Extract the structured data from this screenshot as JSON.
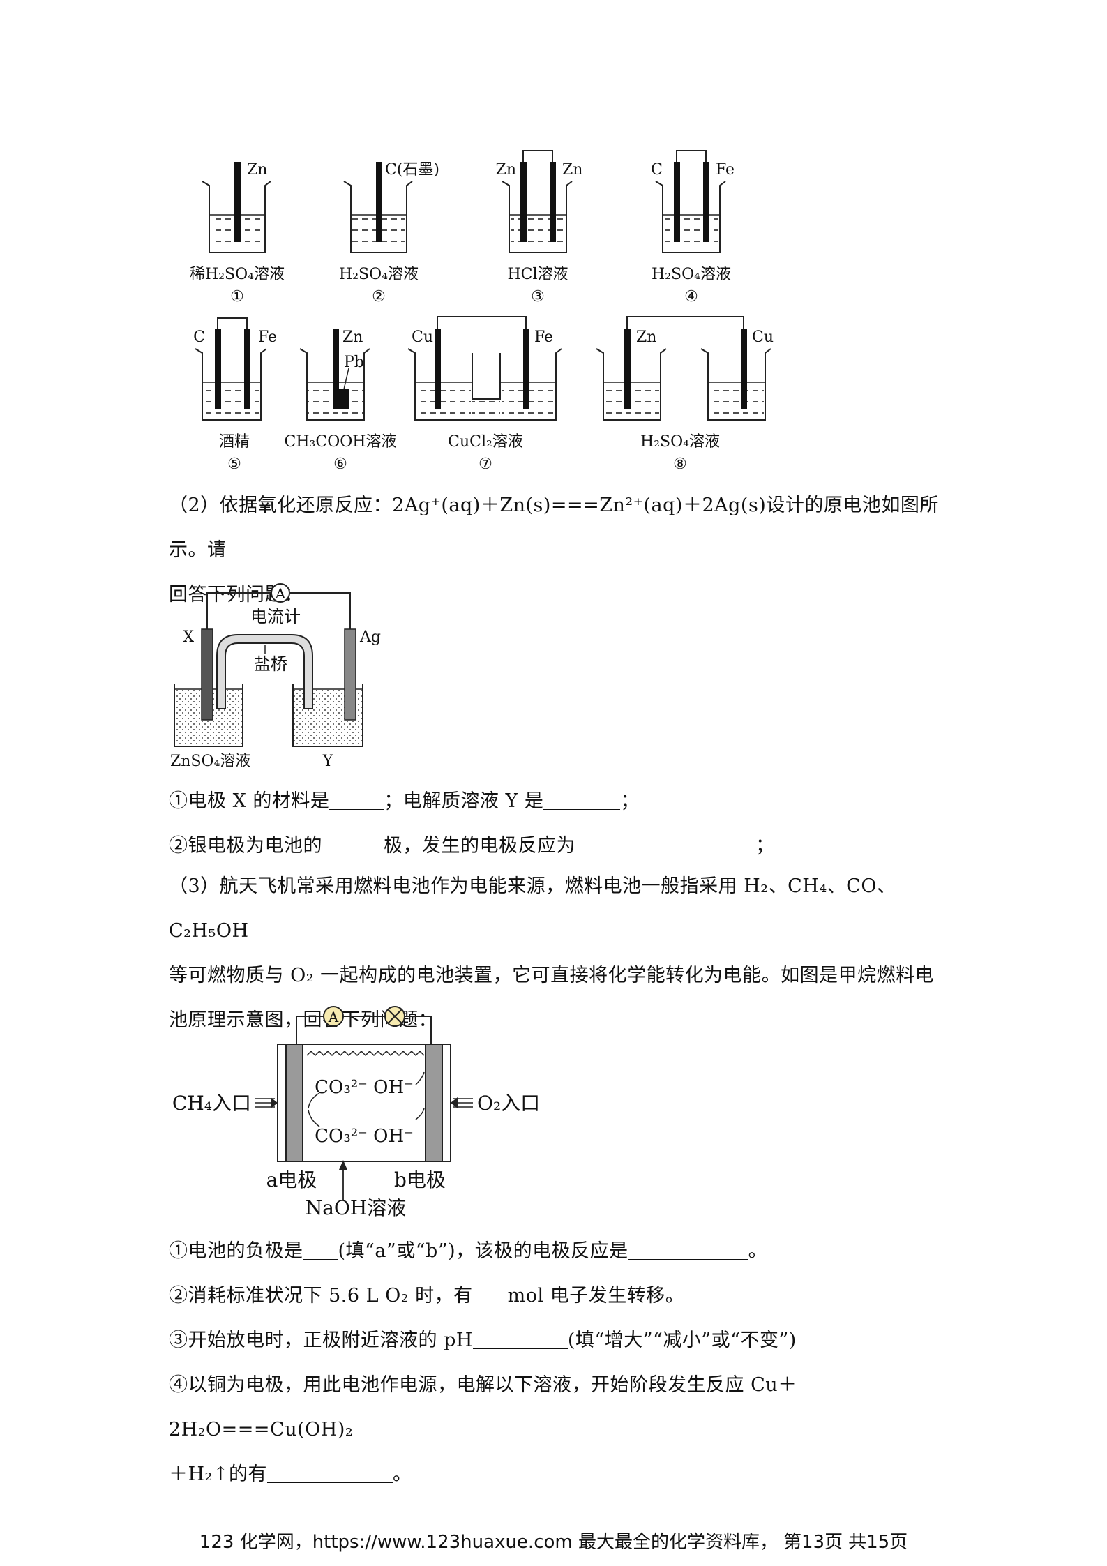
{
  "figures": {
    "row1": [
      {
        "electrodes": [
          "Zn"
        ],
        "solution": "稀H₂SO₄溶液",
        "number": "①"
      },
      {
        "electrodes": [
          "C(石墨)"
        ],
        "solution": "H₂SO₄溶液",
        "number": "②"
      },
      {
        "electrodes": [
          "Zn",
          "Zn"
        ],
        "solution": "HCl溶液",
        "number": "③"
      },
      {
        "electrodes": [
          "C",
          "Fe"
        ],
        "solution": "H₂SO₄溶液",
        "number": "④"
      }
    ],
    "row2": [
      {
        "electrodes": [
          "C",
          "Fe"
        ],
        "solution": "酒精",
        "number": "⑤"
      },
      {
        "electrodes": [
          "Zn",
          "Pb"
        ],
        "solution": "CH₃COOH溶液",
        "number": "⑥"
      },
      {
        "electrodes": [
          "Cu",
          "Fe"
        ],
        "solution": "CuCl₂溶液",
        "number": "⑦"
      },
      {
        "electrodes": [
          "Zn",
          "Cu"
        ],
        "solution": "H₂SO₄溶液",
        "number": "⑧"
      }
    ],
    "galvanic": {
      "meter_symbol": "A",
      "meter_label": "电流计",
      "left_electrode": "X",
      "right_electrode": "Ag",
      "bridge_label": "盐桥",
      "left_solution": "ZnSO₄溶液",
      "right_solution": "Y"
    },
    "fuel_cell": {
      "meter_symbol": "A",
      "inlet_left": "CH₄入口",
      "inlet_right": "O₂入口",
      "ions_top": "CO₃²⁻ OH⁻",
      "ions_bottom": "CO₃²⁻ OH⁻",
      "electrode_a": "a电极",
      "electrode_b": "b电极",
      "electrolyte": "NaOH溶液"
    }
  },
  "text": {
    "q2_line1": "（2）依据氧化还原反应：2Ag⁺(aq)＋Zn(s)===Zn²⁺(aq)＋2Ag(s)设计的原电池如图所示。请",
    "q2_line2": "回答下列问题：",
    "q2_1a": "①电极 X 的材料是",
    "q2_1b": "；电解质溶液 Y 是",
    "q2_1c": "；",
    "q2_2a": "②银电极为电池的",
    "q2_2b": "极，发生的电极反应为",
    "q2_2c": "；",
    "q3_line1": "（3）航天飞机常采用燃料电池作为电能来源，燃料电池一般指采用 H₂、CH₄、CO、C₂H₅OH",
    "q3_line2": "等可燃物质与 O₂ 一起构成的电池装置，它可直接将化学能转化为电能。如图是甲烷燃料电",
    "q3_line3": "池原理示意图，回答下列问题：",
    "q3_1a": "①电池的负极是",
    "q3_1b": "(填“a”或“b”)，该极的电极反应是",
    "q3_1c": "。",
    "q3_2a": "②消耗标准状况下 5.6 L O₂ 时，有",
    "q3_2b": "mol 电子发生转移。",
    "q3_3a": "③开始放电时，正极附近溶液的 pH",
    "q3_3b": "(填“增大”“减小”或“不变”)",
    "q3_4a": "④以铜为电极，用此电池作电源，电解以下溶液，开始阶段发生反应 Cu＋2H₂O===Cu(OH)₂",
    "q3_4b": "＋H₂↑的有",
    "q3_4c": "。"
  },
  "footer": {
    "site": "123 化学网，https://www.123huaxue.com  最大最全的化学资料库，",
    "page": "第13页",
    "total": "共15页"
  }
}
